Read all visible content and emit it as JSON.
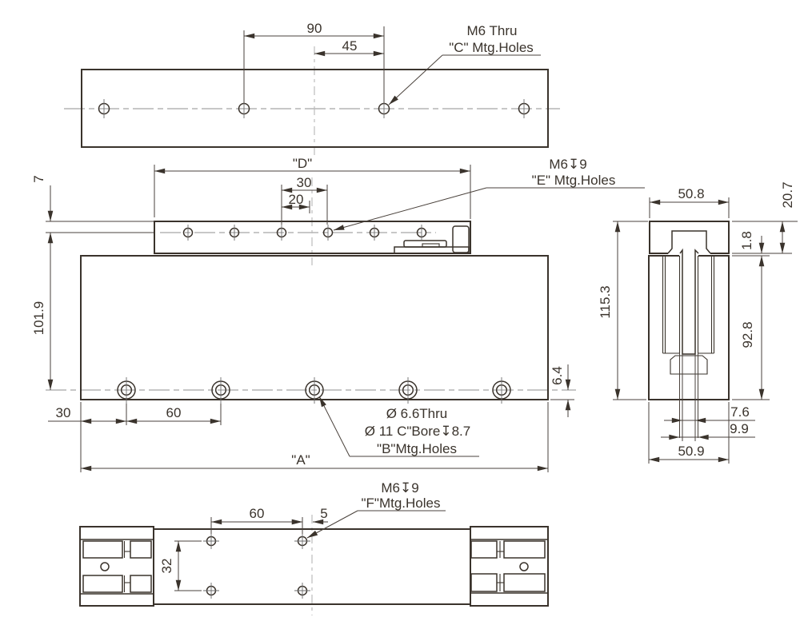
{
  "views": {
    "top": {
      "dim_90": "90",
      "dim_45": "45",
      "note_c_line1": "M6 Thru",
      "note_c_line2": "\"C\" Mtg.Holes"
    },
    "front": {
      "dim_d": "\"D\"",
      "dim_30_pitch": "30",
      "dim_20": "20",
      "dim_7": "7",
      "dim_101_9": "101.9",
      "dim_30_edge": "30",
      "dim_60": "60",
      "dim_a": "\"A\"",
      "dim_6_4": "6.4",
      "note_e_line1": "M6↧9",
      "note_e_line2": "\"E\" Mtg.Holes",
      "note_b_line1": "Ø 6.6Thru",
      "note_b_line2": "Ø 11 C\"Bore↧8.7",
      "note_b_line3": "\"B\"Mtg.Holes"
    },
    "side": {
      "dim_50_8": "50.8",
      "dim_20_7": "20.7",
      "dim_1_8": "1.8",
      "dim_115_3": "115.3",
      "dim_92_8": "92.8",
      "dim_7_6": "7.6",
      "dim_9_9": "9.9",
      "dim_50_9": "50.9"
    },
    "bottom": {
      "dim_60": "60",
      "dim_5": "5",
      "dim_32": "32",
      "note_f_line1": "M6↧9",
      "note_f_line2": "\"F\"Mtg.Holes"
    }
  },
  "colors": {
    "line": "#3a332c",
    "centerline": "#8f8f8f",
    "dashed_line": "#bcbcbc",
    "background": "#ffffff"
  }
}
